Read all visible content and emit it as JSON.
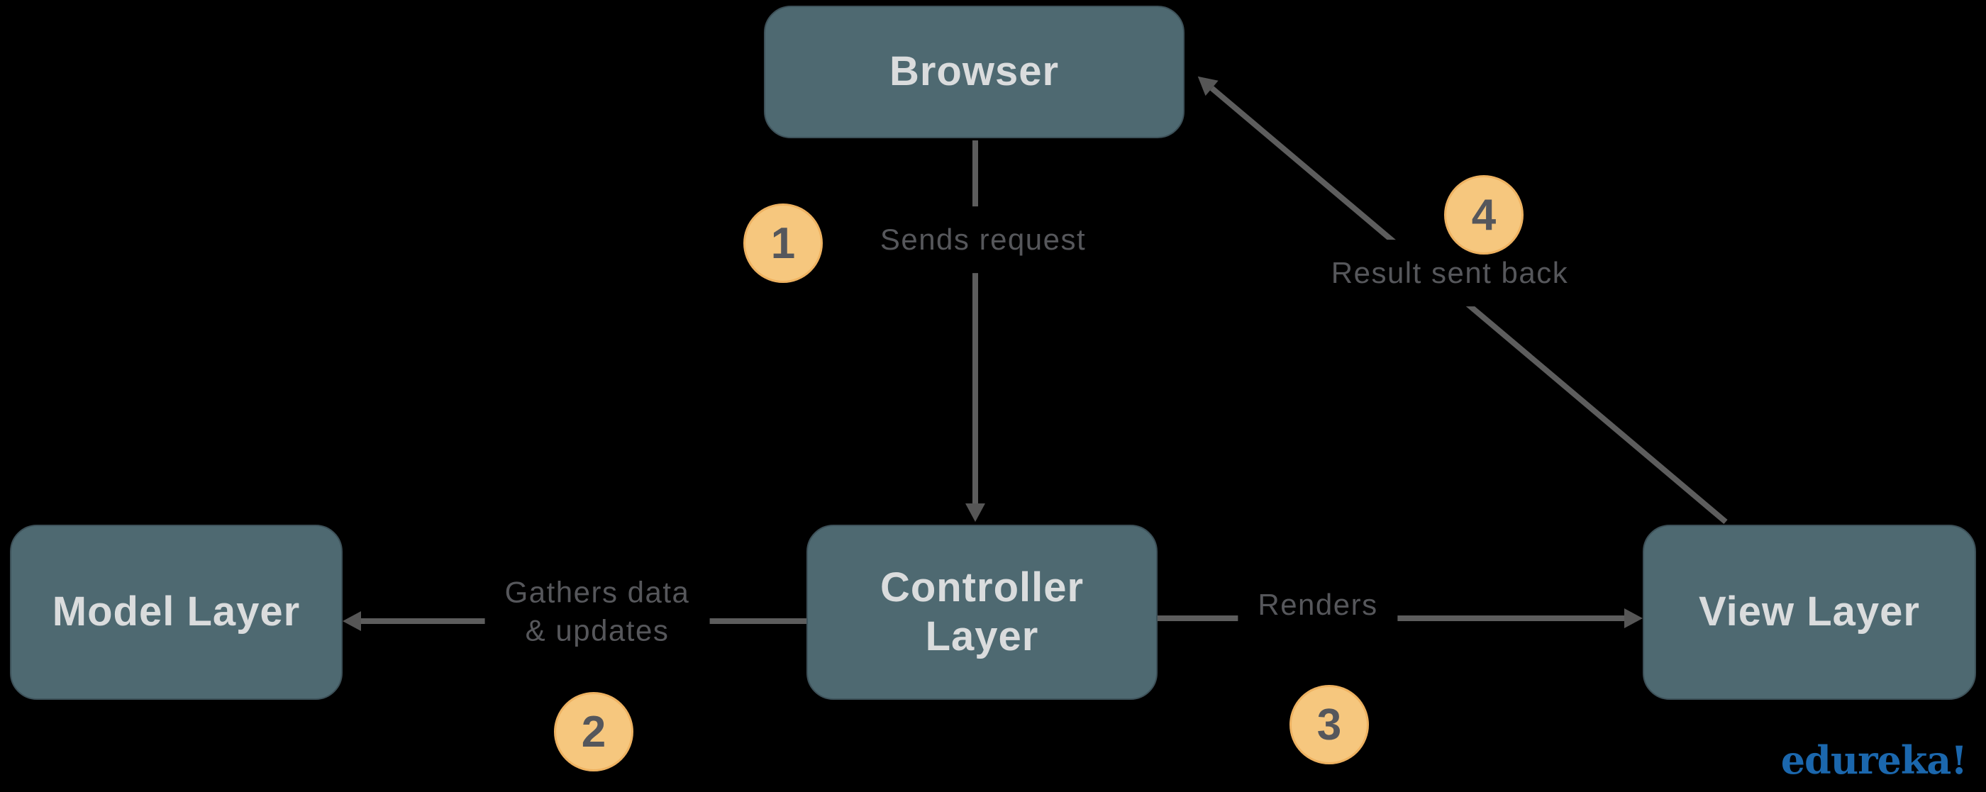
{
  "nodes": {
    "browser": "Browser",
    "model": "Model Layer",
    "controller": "Controller Layer",
    "view": "View Layer"
  },
  "edges": {
    "step1": {
      "num": "1",
      "label": "Sends request"
    },
    "step2": {
      "num": "2",
      "label_line1": "Gathers data",
      "label_line2": "& updates"
    },
    "step3": {
      "num": "3",
      "label": "Renders"
    },
    "step4": {
      "num": "4",
      "label": "Result sent back"
    }
  },
  "branding": {
    "logo_text": "edureka!"
  },
  "colors": {
    "background": "#000000",
    "node_fill": "#4e6971",
    "node_border": "#3d5159",
    "node_text": "#dadcdd",
    "arrow": "#5d5d5d",
    "edge_label_text": "#56575b",
    "step_circle_fill": "#f6c77e",
    "step_circle_border": "#eeb261",
    "step_number_text": "#55575c",
    "logo_blue": "#1b67ad"
  }
}
